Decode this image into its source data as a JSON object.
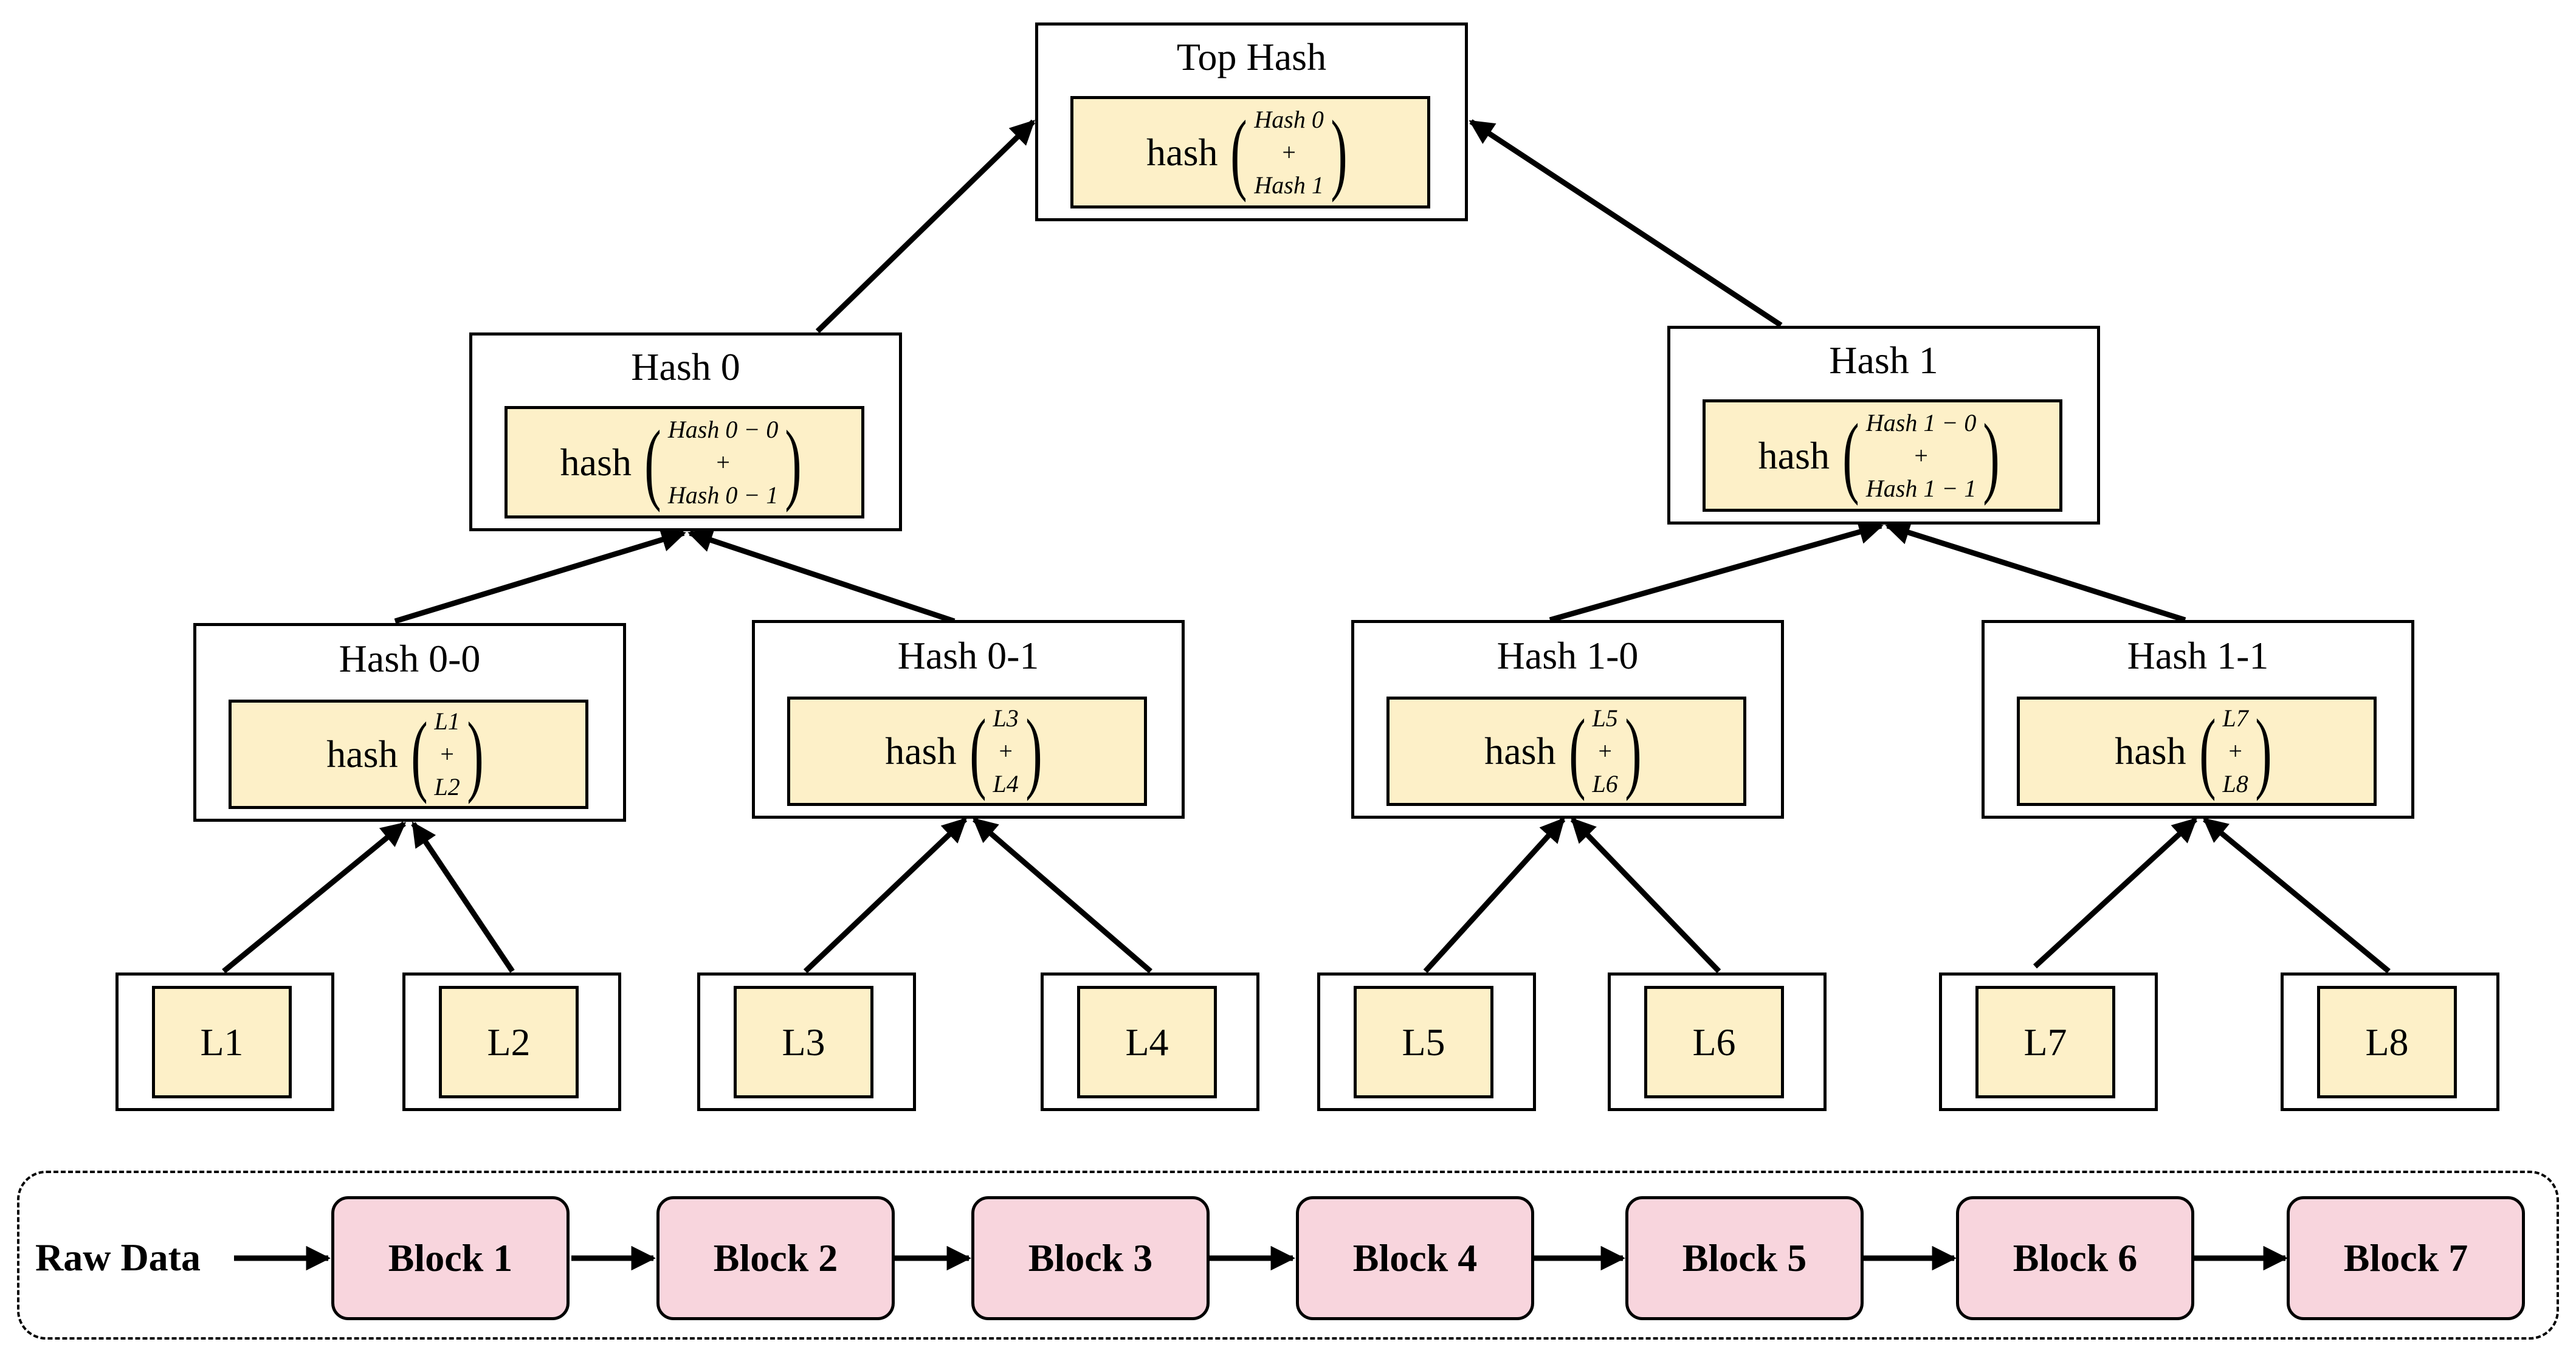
{
  "top": {
    "title": "Top Hash",
    "fn": "hash",
    "a": "Hash 0",
    "op": "+",
    "b": "Hash 1"
  },
  "h0": {
    "title": "Hash 0",
    "fn": "hash",
    "a": "Hash 0 − 0",
    "op": "+",
    "b": "Hash 0 − 1"
  },
  "h1": {
    "title": "Hash 1",
    "fn": "hash",
    "a": "Hash 1 − 0",
    "op": "+",
    "b": "Hash 1 − 1"
  },
  "h00": {
    "title": "Hash 0-0",
    "fn": "hash",
    "a": "L1",
    "op": "+",
    "b": "L2"
  },
  "h01": {
    "title": "Hash 0-1",
    "fn": "hash",
    "a": "L3",
    "op": "+",
    "b": "L4"
  },
  "h10": {
    "title": "Hash 1-0",
    "fn": "hash",
    "a": "L5",
    "op": "+",
    "b": "L6"
  },
  "h11": {
    "title": "Hash 1-1",
    "fn": "hash",
    "a": "L7",
    "op": "+",
    "b": "L8"
  },
  "leaves": [
    "L1",
    "L2",
    "L3",
    "L4",
    "L5",
    "L6",
    "L7",
    "L8"
  ],
  "raw_data": {
    "label": "Raw Data",
    "blocks": [
      "Block 1",
      "Block 2",
      "Block 3",
      "Block 4",
      "Block 5",
      "Block 6",
      "Block 7"
    ]
  },
  "colors": {
    "hash_fill": "#fdf0c8",
    "block_fill": "#f8d5dd",
    "stroke": "#000000"
  }
}
